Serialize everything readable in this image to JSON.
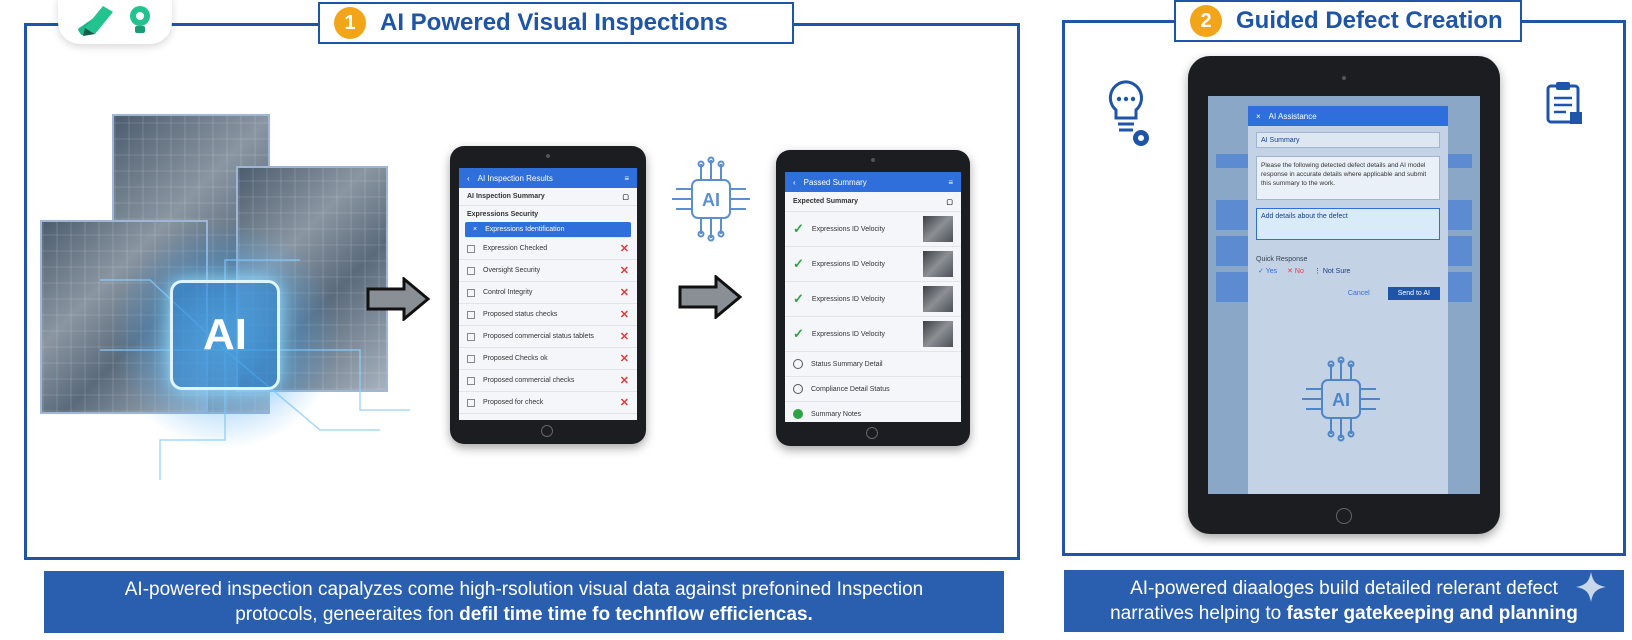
{
  "panel1": {
    "number": "1",
    "title": "AI Powered Visual Inspections",
    "caption_line1": "AI-powered inspection capalyzes come high-rsolution visual data against prefonined Inspection",
    "caption_line2_plain": "protocols, geneeraites fon ",
    "caption_line2_bold": "defil time time fo technflow efficiencas."
  },
  "panel2": {
    "number": "2",
    "title": "Guided Defect Creation",
    "caption_line1": "AI-powered diaaloges build detailed relerant defect",
    "caption_line2_plain": "narratives helping to ",
    "caption_line2_bold": "faster gatekeeping and planning"
  },
  "collage": {
    "chip_label": "AI"
  },
  "ai_badge_label": "AI",
  "tablet1": {
    "header": "AI Inspection Results",
    "subheader": "AI Inspection Summary",
    "section": "Expressions Security",
    "selected": "Expressions Identification",
    "items": [
      "Expression Checked",
      "Oversight Security",
      "Control Integrity",
      "Proposed status checks",
      "Proposed commercial status tablets",
      "Proposed Checks ok",
      "Proposed commercial checks",
      "Proposed for check"
    ]
  },
  "tablet2": {
    "header": "Passed Summary",
    "subheader": "Expected Summary",
    "checked": [
      "Expressions ID Velocity",
      "Expressions ID Velocity",
      "Expressions ID Velocity",
      "Expressions ID Velocity"
    ],
    "pending": [
      "Status Summary Detail",
      "Compliance Detail Status",
      "Summary Notes"
    ]
  },
  "tablet3": {
    "dialog_title": "AI Assistance",
    "field1": "AI Summary",
    "description": "Please the following detected defect details and AI model response in accurate details where applicable and submit this summary to the work.",
    "field2": "Add details about the defect",
    "question": "Quick Response",
    "yes": "Yes",
    "no": "No",
    "not_sure": "Not Sure",
    "cancel": "Cancel",
    "submit": "Send to AI",
    "chip_label": "AI"
  },
  "colors": {
    "frame": "#1f55a8",
    "caption_bg": "#2a5fb0",
    "badge": "#f3a51a",
    "app_blue": "#2f6fdc"
  }
}
